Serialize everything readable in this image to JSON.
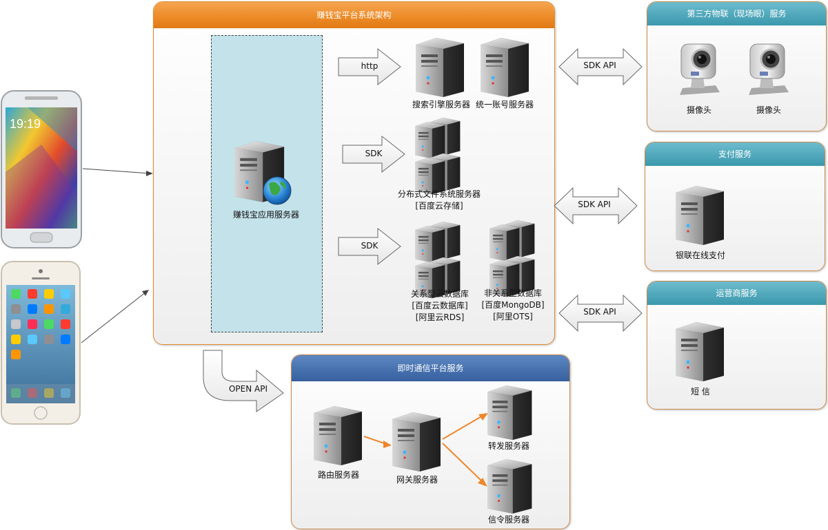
{
  "main_panel": {
    "title": "赚钱宝平台系统架构"
  },
  "app_server": {
    "label": "赚钱宝应用服务器"
  },
  "arrows": {
    "http": "http",
    "sdk_1": "SDK",
    "sdk_2": "SDK",
    "sdk_api_1": "SDK API",
    "sdk_api_2": "SDK API",
    "sdk_api_3": "SDK API",
    "open_api": "OPEN API"
  },
  "servers": {
    "search_engine": "搜索引擎服务器",
    "account": "统一账号服务器",
    "dfs_line1": "分布式文件系统服务器",
    "dfs_line2": "[百度云存储]",
    "rdb_line1": "关系型云数据库",
    "rdb_line2": "[百度云数据库]",
    "rdb_line3": "[阿里云RDS]",
    "nosql_line1": "非关系型数据库",
    "nosql_line2": "[百度MongoDB]",
    "nosql_line3": "[阿里OTS]"
  },
  "iot_panel": {
    "title": "第三方物联（现场眼）服务",
    "camera_1": "摄像头",
    "camera_2": "摄像头"
  },
  "pay_panel": {
    "title": "支付服务",
    "server": "银联在线支付"
  },
  "carrier_panel": {
    "title": "运营商服务",
    "server": "短  信"
  },
  "im_panel": {
    "title": "即时通信平台服务",
    "router": "路由服务器",
    "gateway": "网关服务器",
    "forward": "转发服务器",
    "signal": "信令服务器"
  },
  "iphone_apps": [
    "Messages",
    "Calendar",
    "Photos",
    "Camera",
    "Weather",
    "Clock",
    "Maps",
    "Videos",
    "Notes",
    "Reminders",
    "Stocks",
    "Game Center",
    "Newsstand",
    "iTunes Store",
    "App Store",
    "Passbook",
    "Settings",
    "",
    "",
    "",
    "Phone",
    "Mail",
    "Safari",
    "Music"
  ],
  "colors": {
    "orange": "#ec8a25",
    "teal": "#3b98ad",
    "navy": "#36609e",
    "flow_arrow": "#f0862a"
  }
}
